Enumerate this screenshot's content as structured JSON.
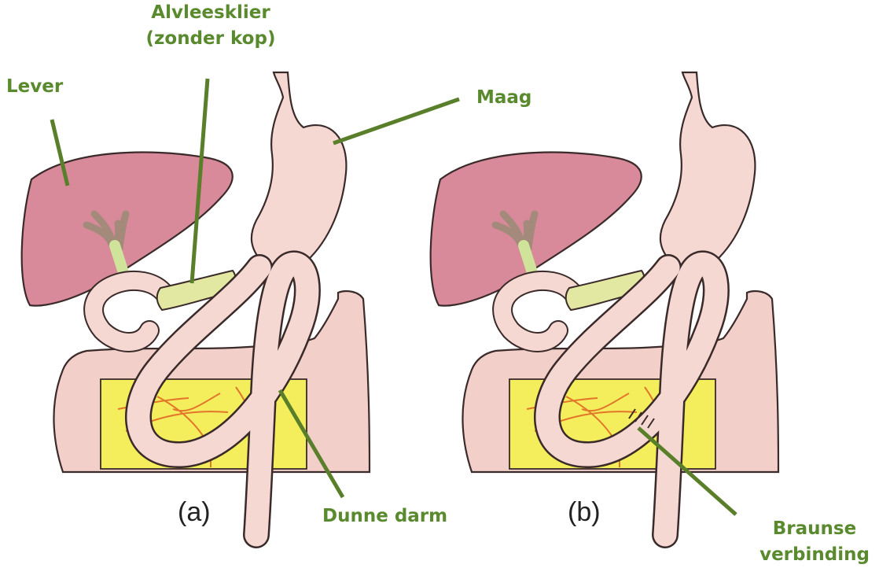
{
  "colors": {
    "label_green": "#5a8a2e",
    "leader_line": "#5a7f2a",
    "liver": "#d88a9a",
    "liver_stroke": "#3a2a2a",
    "stomach_intestine": "#f6d8d2",
    "colon": "#f2cfc8",
    "pancreas": "#e2e8a2",
    "mesentery": "#f4ee5c",
    "vessels": "#e2762a",
    "bile_duct_stem": "#cfe49a"
  },
  "labels": {
    "lever": "Lever",
    "alvleesklier_line1": "Alvleesklier",
    "alvleesklier_line2": "(zonder kop)",
    "maag": "Maag",
    "dunne_darm": "Dunne darm",
    "braunse_line1": "Braunse",
    "braunse_line2": "verbinding"
  },
  "panels": {
    "a": "(a)",
    "b": "(b)"
  }
}
